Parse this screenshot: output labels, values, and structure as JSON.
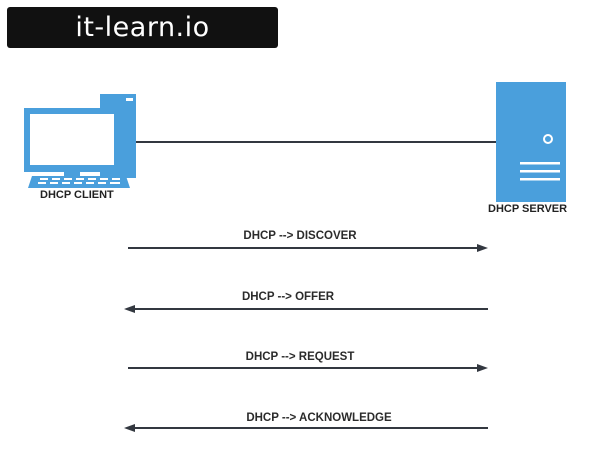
{
  "logo": {
    "text": "it-learn.io"
  },
  "nodes": {
    "client": {
      "label": "DHCP CLIENT"
    },
    "server": {
      "label": "DHCP SERVER"
    }
  },
  "messages": [
    {
      "label": "DHCP --> DISCOVER",
      "direction": "client-to-server"
    },
    {
      "label": "DHCP --> OFFER",
      "direction": "server-to-client"
    },
    {
      "label": "DHCP --> REQUEST",
      "direction": "client-to-server"
    },
    {
      "label": "DHCP --> ACKNOWLEDGE",
      "direction": "server-to-client"
    }
  ],
  "colors": {
    "device_blue": "#4a9fdc",
    "screen_light": "#ffffff",
    "line": "#333840",
    "logo_bg": "#111111"
  }
}
